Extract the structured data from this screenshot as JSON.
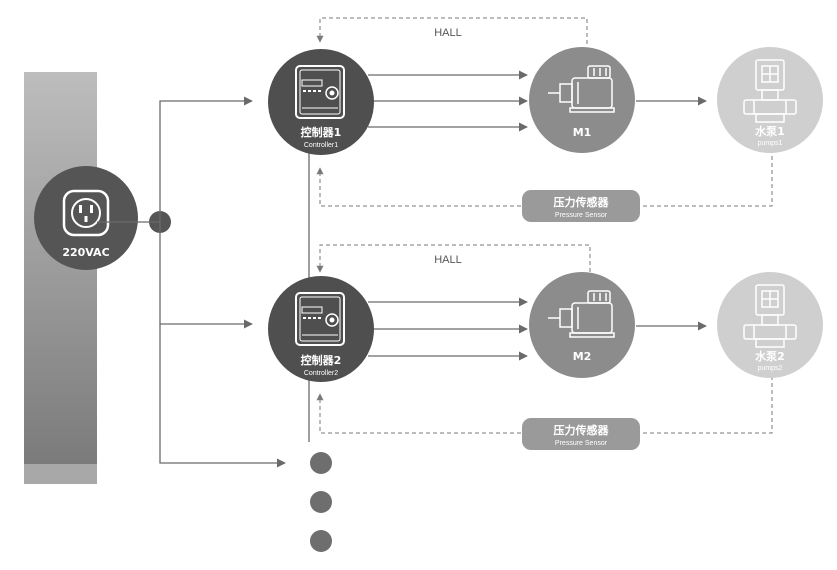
{
  "power": {
    "label": "220VAC"
  },
  "controllers": [
    {
      "name_cn": "控制器1",
      "name_en": "Controller1"
    },
    {
      "name_cn": "控制器2",
      "name_en": "Controller2"
    }
  ],
  "motors": [
    {
      "label": "M1"
    },
    {
      "label": "M2"
    }
  ],
  "pumps": [
    {
      "name_cn": "水泵1",
      "name_en": "pumps1"
    },
    {
      "name_cn": "水泵2",
      "name_en": "pumps2"
    }
  ],
  "sensors": [
    {
      "name_cn": "压力传感器",
      "name_en": "Pressure Sensor"
    },
    {
      "name_cn": "压力传感器",
      "name_en": "Pressure Sensor"
    }
  ],
  "feedback": [
    {
      "label": "HALL"
    },
    {
      "label": "HALL"
    }
  ],
  "colors": {
    "bar_top": "#bdbdbd",
    "bar_bottom": "#7a7a7a",
    "dark_circle": "#555555",
    "controller_circle": "#4f4f4f",
    "motor_circle": "#8c8c8c",
    "pump_circle": "#cfcfcf",
    "sensor_box": "#9a9a9a",
    "line": "#6a6a6a",
    "dashed": "#7a7a7a"
  }
}
